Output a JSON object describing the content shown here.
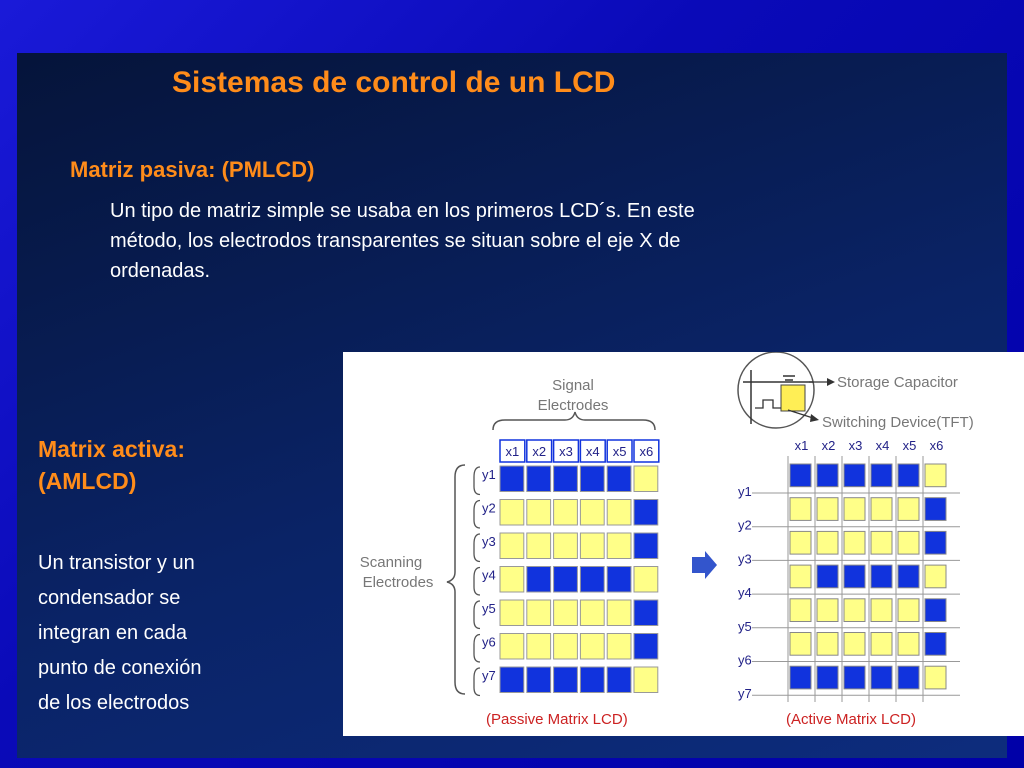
{
  "slide": {
    "title": "Sistemas de control de un LCD",
    "passive": {
      "heading": "Matriz pasiva: (PMLCD)",
      "paragraph_lines": [
        "Un tipo de matriz simple se usaba en los primeros LCD´s. En este",
        "método, los electrodos transparentes se situan sobre el eje X de",
        "ordenadas."
      ]
    },
    "active": {
      "heading_lines": [
        "Matrix activa:",
        "(AMLCD)"
      ],
      "paragraph_lines": [
        "Un transistor y un",
        "condensador se",
        "integran en cada",
        "punto de conexión",
        "de los electrodos"
      ]
    }
  },
  "diagram": {
    "signal_label_lines": [
      "Signal",
      "Electrodes"
    ],
    "scanning_label_lines": [
      "Scanning",
      "Electrodes"
    ],
    "storage_capacitor_label": "Storage Capacitor",
    "switching_device_label": "Switching Device(TFT)",
    "x_labels": [
      "x1",
      "x2",
      "x3",
      "x4",
      "x5",
      "x6"
    ],
    "y_labels": [
      "y1",
      "y2",
      "y3",
      "y4",
      "y5",
      "y6",
      "y7"
    ],
    "passive_caption": "(Passive Matrix LCD)",
    "active_caption": "(Active Matrix LCD)",
    "colors": {
      "on": "#1133dd",
      "off": "#ffff88",
      "label": "#777777",
      "caption": "#cc2222"
    },
    "passive_pattern": [
      [
        1,
        1,
        1,
        1,
        1,
        0
      ],
      [
        0,
        0,
        0,
        0,
        0,
        1
      ],
      [
        0,
        0,
        0,
        0,
        0,
        1
      ],
      [
        0,
        1,
        1,
        1,
        1,
        0
      ],
      [
        0,
        0,
        0,
        0,
        0,
        1
      ],
      [
        0,
        0,
        0,
        0,
        0,
        1
      ],
      [
        1,
        1,
        1,
        1,
        1,
        0
      ]
    ],
    "active_pattern": [
      [
        1,
        1,
        1,
        1,
        1,
        0
      ],
      [
        0,
        0,
        0,
        0,
        0,
        1
      ],
      [
        0,
        0,
        0,
        0,
        0,
        1
      ],
      [
        0,
        1,
        1,
        1,
        1,
        0
      ],
      [
        0,
        0,
        0,
        0,
        0,
        1
      ],
      [
        0,
        0,
        0,
        0,
        0,
        1
      ],
      [
        1,
        1,
        1,
        1,
        1,
        0
      ]
    ]
  }
}
